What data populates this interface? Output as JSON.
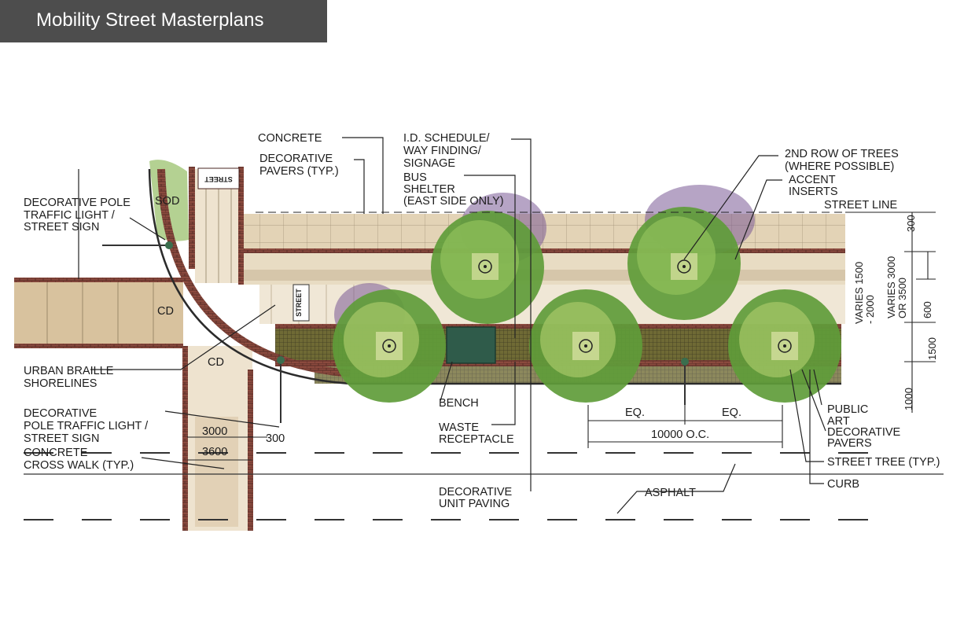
{
  "header": {
    "title": "Mobility Street Masterplans"
  },
  "labels": {
    "concrete": "CONCRETE",
    "decorative_pavers_typ_1": "DECORATIVE",
    "decorative_pavers_typ_2": "PAVERS (TYP.)",
    "id_schedule_1": "I.D. SCHEDULE/",
    "id_schedule_2": "WAY FINDING/",
    "id_schedule_3": "SIGNAGE",
    "bus_shelter_1": "BUS",
    "bus_shelter_2": "SHELTER",
    "bus_shelter_3": "(EAST SIDE ONLY)",
    "second_row_1": "2ND ROW OF TREES",
    "second_row_2": "(WHERE POSSIBLE)",
    "accent_1": "ACCENT",
    "accent_2": "INSERTS",
    "street_line": "STREET LINE",
    "sod": "SOD",
    "pole_top_1": "DECORATIVE POLE",
    "pole_top_2": "TRAFFIC LIGHT /",
    "pole_top_3": "STREET SIGN",
    "cd": "CD",
    "urban_braille_1": "URBAN BRAILLE",
    "urban_braille_2": "SHORELINES",
    "pole_bottom_1": "DECORATIVE",
    "pole_bottom_2": "POLE TRAFFIC LIGHT /",
    "pole_bottom_3": "STREET SIGN",
    "crosswalk_1": "CONCRETE",
    "crosswalk_2": "CROSS WALK (TYP.)",
    "bench": "BENCH",
    "waste_1": "WASTE",
    "waste_2": "RECEPTACLE",
    "unit_paving_1": "DECORATIVE",
    "unit_paving_2": "UNIT PAVING",
    "asphalt": "ASPHALT",
    "eq": "EQ.",
    "spacing": "10000 O.C.",
    "public_art_1": "PUBLIC",
    "public_art_2": "ART",
    "dec_pavers_right_1": "DECORATIVE",
    "dec_pavers_right_2": "PAVERS",
    "street_tree": "STREET TREE (TYP.)",
    "curb": "CURB",
    "street_sign": "STREET"
  },
  "dimensions": {
    "d3000": "3000",
    "d3600": "3600",
    "d300": "300",
    "r300": "300",
    "varies_3000": "VARIES 3000",
    "or_3500": "OR 3500",
    "varies_1500": "VARIES 1500",
    "v2000": "- 2000",
    "r600": "600",
    "r1500": "1500",
    "r1000": "1000"
  },
  "colors": {
    "title_bg": "#4d4d4d",
    "tree_green": "#5f9c3a",
    "tree_light": "#a8c968",
    "shadow_purple": "#7a5a95",
    "brick": "#7a3b32",
    "paver": "#d9c7a8"
  }
}
